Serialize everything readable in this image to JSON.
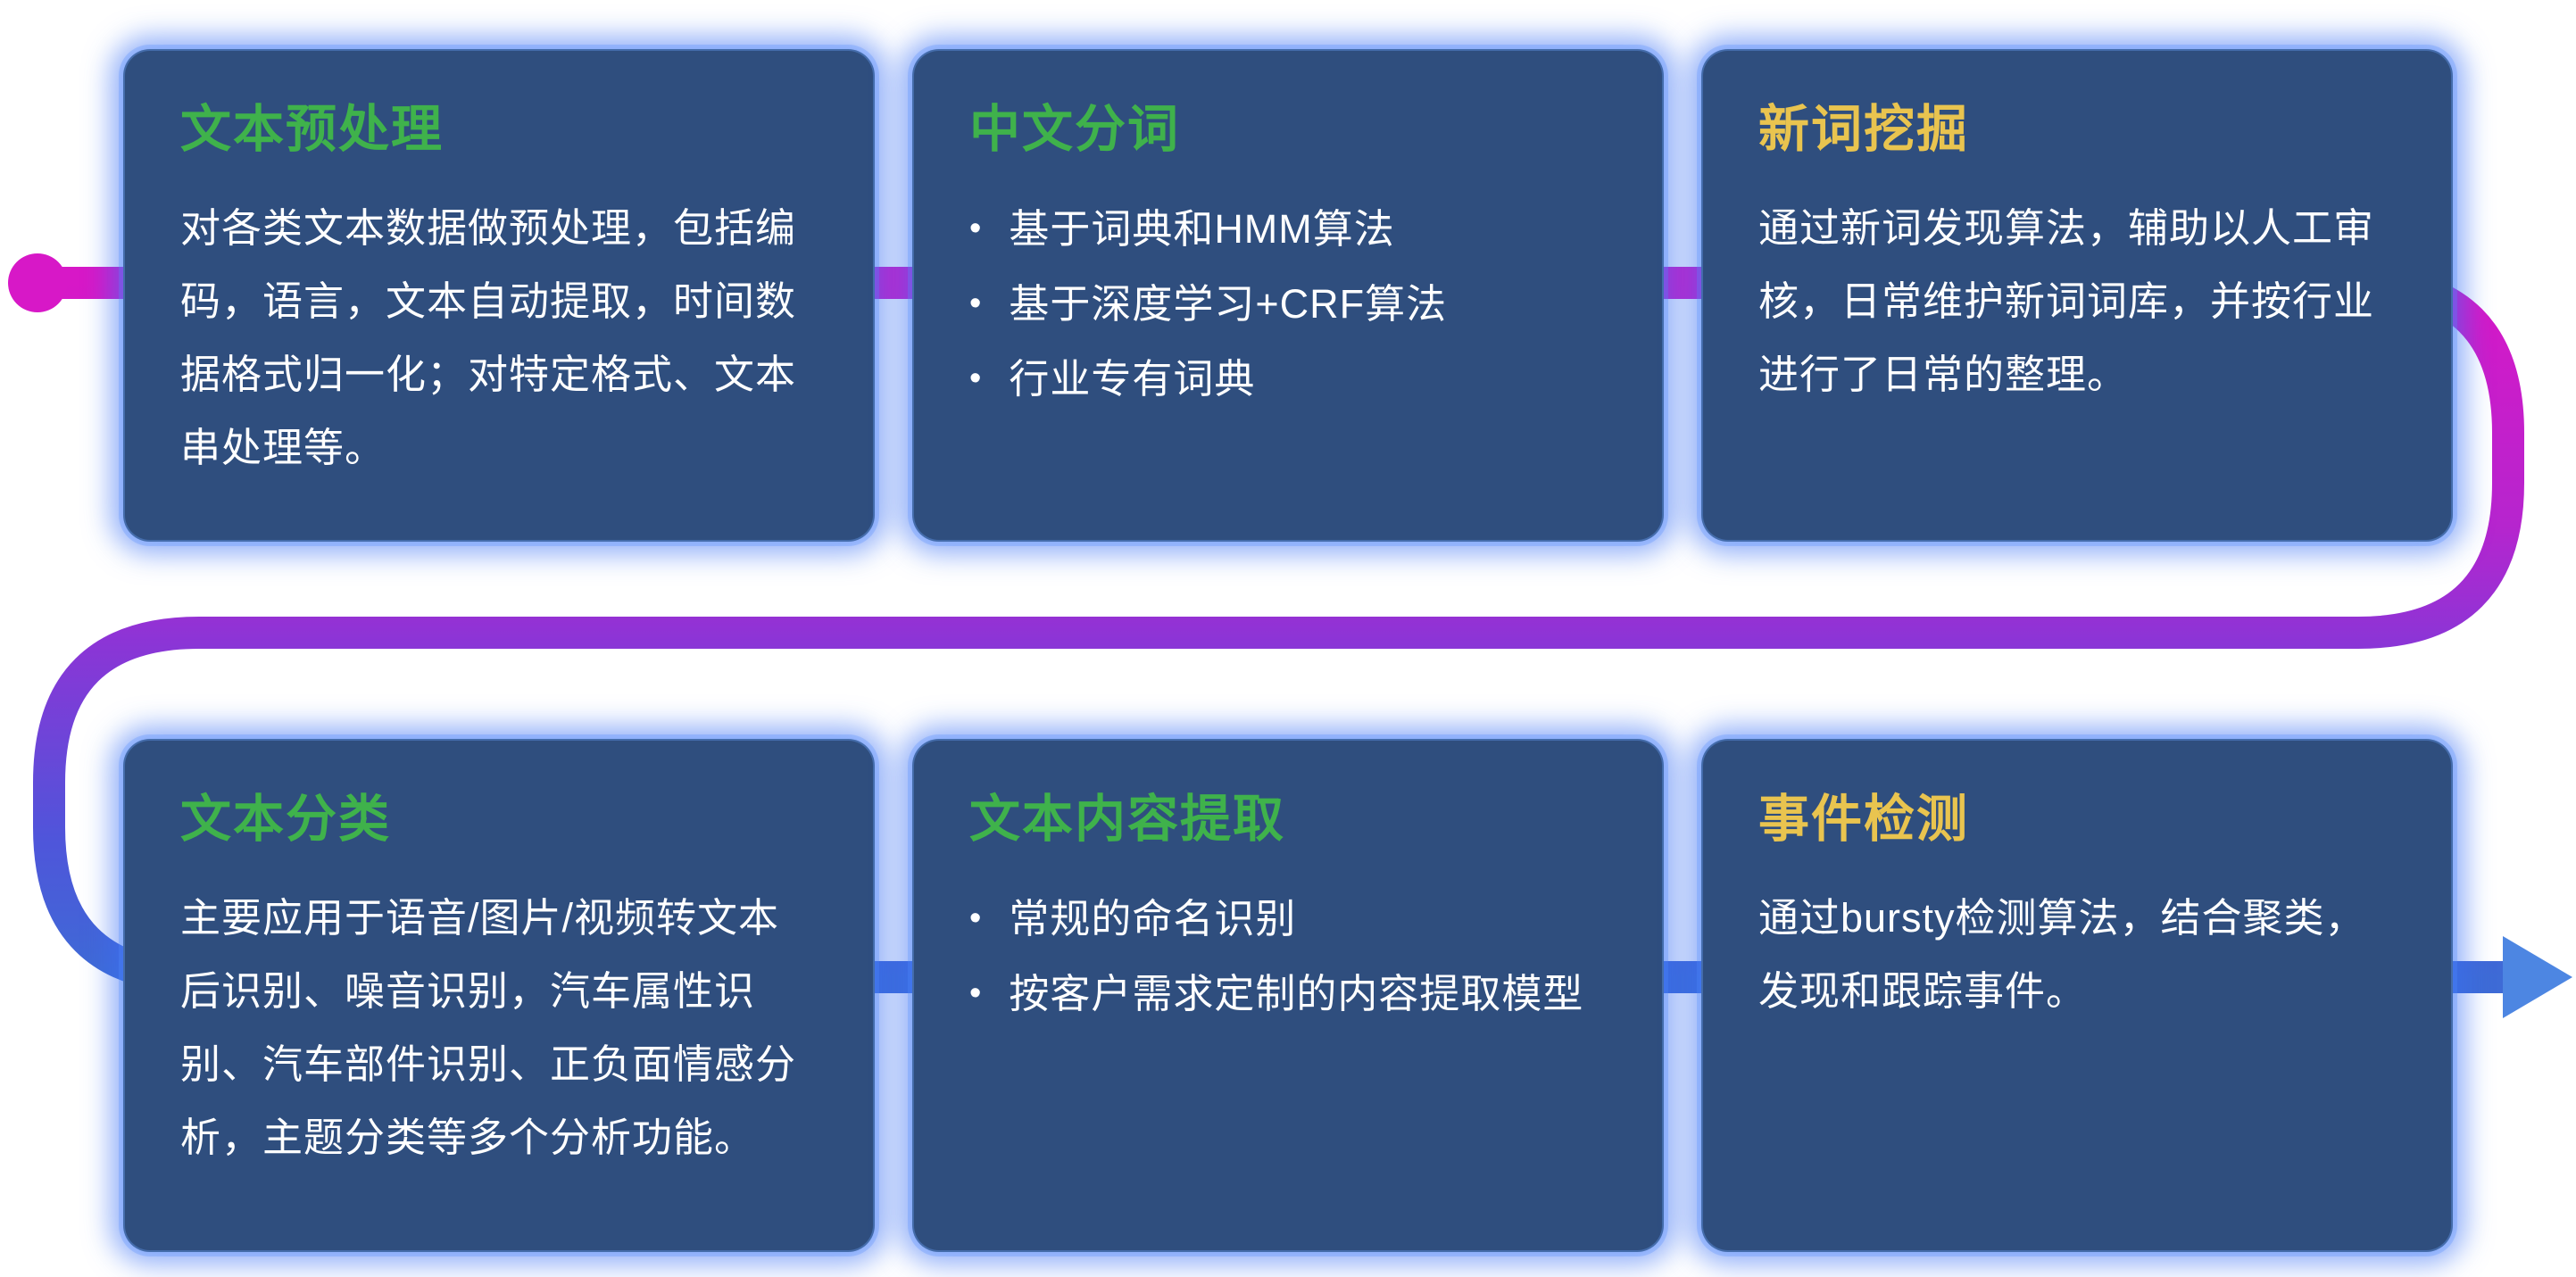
{
  "ui": {
    "bullet_char": "•"
  },
  "colors": {
    "card_bg": "#2F4E7E",
    "card_glow_blue": "#3870F4",
    "title_green": "#3FB24B",
    "title_yellow": "#E9C44F",
    "body_text": "#FFFFFF",
    "flow_magenta": "#D718C7",
    "flow_magenta_purple": "#B625CE",
    "flow_purple": "#8B35D6",
    "flow_blue_purple": "#4F55DA",
    "flow_blue": "#3E6BD6",
    "arrow_blue": "#4D86E2"
  },
  "cards": [
    {
      "title": "文本预处理",
      "title_color": "green",
      "type": "paragraph",
      "body": "对各类文本数据做预处理，包括编码，语言，文本自动提取，时间数据格式归一化；对特定格式、文本串处理等。"
    },
    {
      "title": "中文分词",
      "title_color": "green",
      "type": "bullets",
      "bullets": [
        "基于词典和HMM算法",
        "基于深度学习+CRF算法",
        "行业专有词典"
      ]
    },
    {
      "title": "新词挖掘",
      "title_color": "yellow",
      "type": "paragraph",
      "body": "通过新词发现算法，辅助以人工审核，日常维护新词词库，并按行业进行了日常的整理。"
    },
    {
      "title": "文本分类",
      "title_color": "green",
      "type": "paragraph",
      "body": "主要应用于语音/图片/视频转文本后识别、噪音识别，汽车属性识别、汽车部件识别、正负面情感分析，主题分类等多个分析功能。"
    },
    {
      "title": "文本内容提取",
      "title_color": "green",
      "type": "bullets",
      "bullets": [
        "常规的命名识别",
        "按客户需求定制的内容提取模型"
      ]
    },
    {
      "title": "事件检测",
      "title_color": "yellow",
      "type": "paragraph",
      "body": "通过bursty检测算法，结合聚类，发现和跟踪事件。"
    }
  ]
}
